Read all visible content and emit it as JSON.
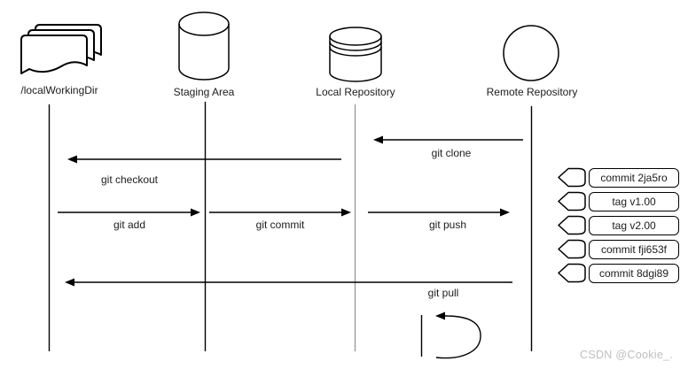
{
  "diagram": {
    "title_hint": "git workflow sequence diagram",
    "actors": [
      {
        "label": "/localWorkingDir",
        "icon": "documents-icon"
      },
      {
        "label": "Staging Area",
        "icon": "cylinder-icon"
      },
      {
        "label": "Local Repository",
        "icon": "database-icon"
      },
      {
        "label": "Remote Repository",
        "icon": "circle-icon"
      }
    ],
    "messages": [
      {
        "label": "git clone",
        "from": "Remote Repository",
        "to": "Local Repository",
        "direction": "left"
      },
      {
        "label": "git checkout",
        "from": "Local Repository",
        "to": "/localWorkingDir",
        "direction": "left"
      },
      {
        "label": "git add",
        "from": "/localWorkingDir",
        "to": "Staging Area",
        "direction": "right"
      },
      {
        "label": "git commit",
        "from": "Staging Area",
        "to": "Local Repository",
        "direction": "right"
      },
      {
        "label": "git push",
        "from": "Local Repository",
        "to": "Remote Repository",
        "direction": "right"
      },
      {
        "label": "git pull",
        "from": "Remote Repository",
        "to": "/localWorkingDir",
        "direction": "left"
      }
    ],
    "self_loop": {
      "on": "Remote Repository",
      "direction": "left"
    },
    "nodes": [
      {
        "label": "commit 2ja5ro"
      },
      {
        "label": "tag v1.00"
      },
      {
        "label": "tag v2.00"
      },
      {
        "label": "commit fji653f"
      },
      {
        "label": "commit 8dgi89"
      }
    ]
  },
  "watermark": "CSDN @Cookie_.",
  "colors": {
    "stroke": "#000000",
    "thin_lifeline": "#8a8a8a",
    "watermark": "#bfbfbf",
    "background": "#ffffff"
  }
}
